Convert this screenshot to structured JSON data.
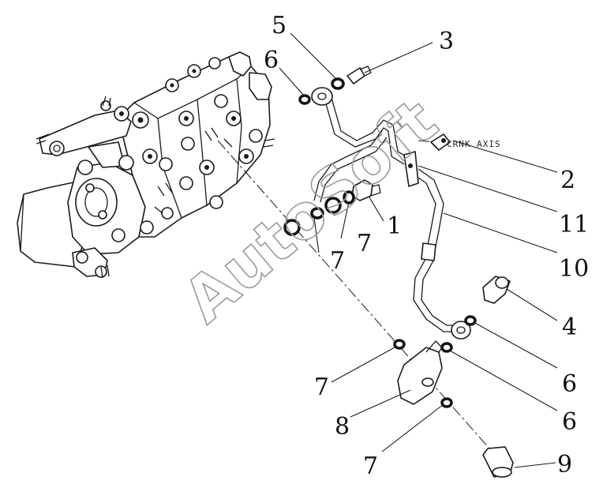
{
  "diagram": {
    "axis_label": "CRNK AXIS",
    "watermark": "AutoSoft",
    "callouts": [
      {
        "id": "c5a",
        "label": "5"
      },
      {
        "id": "c3",
        "label": "3"
      },
      {
        "id": "c6a",
        "label": "6"
      },
      {
        "id": "c2",
        "label": "2"
      },
      {
        "id": "c11",
        "label": "11"
      },
      {
        "id": "c1",
        "label": "1"
      },
      {
        "id": "c7a",
        "label": "7"
      },
      {
        "id": "c7b",
        "label": "7"
      },
      {
        "id": "c10",
        "label": "10"
      },
      {
        "id": "c4",
        "label": "4"
      },
      {
        "id": "c6b",
        "label": "6"
      },
      {
        "id": "c7c",
        "label": "7"
      },
      {
        "id": "c6c",
        "label": "6"
      },
      {
        "id": "c8",
        "label": "8"
      },
      {
        "id": "c7d",
        "label": "7"
      },
      {
        "id": "c9",
        "label": "9"
      }
    ]
  }
}
